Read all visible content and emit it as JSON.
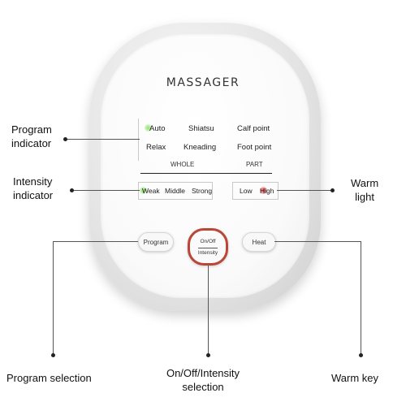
{
  "device": {
    "brand": "MASSAGER",
    "programs": {
      "row1": [
        "Auto",
        "Shiatsu",
        "Calf point"
      ],
      "row2": [
        "Relax",
        "Kneading",
        "Foot point"
      ],
      "section_left": "WHOLE",
      "section_right": "PART"
    },
    "intensity": [
      "Weak",
      "Middle",
      "Strong"
    ],
    "heat": [
      "Low",
      "High"
    ],
    "buttons": {
      "program": "Program",
      "center_top": "On/Off",
      "center_bottom": "Intensity",
      "heat": "Heat"
    },
    "indicator_colors": {
      "program": "#8fe36b",
      "heat": "#e23a3a",
      "power_ring": "#b94739"
    }
  },
  "callouts": {
    "program_indicator": [
      "Program",
      "indicator"
    ],
    "intensity_indicator": [
      "Intensity",
      "indicator"
    ],
    "warm_light": [
      "Warm",
      "light"
    ],
    "program_selection": "Program selection",
    "onoff_intensity": [
      "On/Off/Intensity",
      "selection"
    ],
    "warm_key": "Warm key"
  }
}
